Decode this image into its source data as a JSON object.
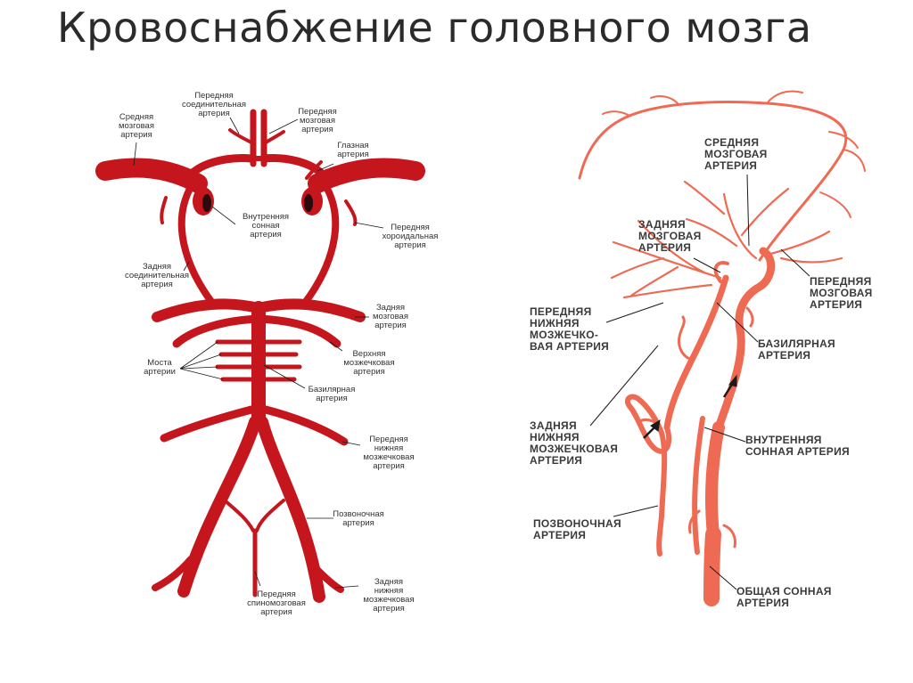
{
  "title": "Кровоснабжение головного мозга",
  "colors": {
    "left_artery": "#c4161c",
    "right_artery": "#ef6a52",
    "leader": "#1a1a1a"
  },
  "left_diagram": {
    "labels": [
      {
        "id": "anterior-communicating",
        "lines": [
          "Передняя",
          "соединительная",
          "артерия"
        ]
      },
      {
        "id": "middle-cerebral",
        "lines": [
          "Средняя",
          "мозговая",
          "артерия"
        ]
      },
      {
        "id": "anterior-cerebral",
        "lines": [
          "Передняя",
          "мозговая",
          "артерия"
        ]
      },
      {
        "id": "ophthalmic",
        "lines": [
          "Глазная",
          "артерия"
        ]
      },
      {
        "id": "internal-carotid",
        "lines": [
          "Внутренняя",
          "сонная",
          "артерия"
        ]
      },
      {
        "id": "anterior-choroidal",
        "lines": [
          "Передняя",
          "хороидальная",
          "артерия"
        ]
      },
      {
        "id": "posterior-communicating",
        "lines": [
          "Задняя",
          "соединительная",
          "артерия"
        ]
      },
      {
        "id": "posterior-cerebral",
        "lines": [
          "Задняя",
          "мозговая",
          "артерия"
        ]
      },
      {
        "id": "pontine",
        "lines": [
          "Моста",
          "артерии"
        ]
      },
      {
        "id": "superior-cerebellar",
        "lines": [
          "Верхняя",
          "мозжечковая",
          "артерия"
        ]
      },
      {
        "id": "basilar",
        "lines": [
          "Базилярная",
          "артерия"
        ]
      },
      {
        "id": "anterior-inferior-cerebellar",
        "lines": [
          "Передняя",
          "нижняя",
          "мозжечковая",
          "артерия"
        ]
      },
      {
        "id": "vertebral",
        "lines": [
          "Позвоночная",
          "артерия"
        ]
      },
      {
        "id": "anterior-spinal",
        "lines": [
          "Передняя",
          "спиномозговая",
          "артерия"
        ]
      },
      {
        "id": "posterior-inferior-cerebellar",
        "lines": [
          "Задняя",
          "нижняя",
          "мозжечковая",
          "артерия"
        ]
      }
    ]
  },
  "right_diagram": {
    "labels": [
      {
        "id": "middle-cerebral",
        "lines": [
          "СРЕДНЯЯ",
          "МОЗГОВАЯ",
          "АРТЕРИЯ"
        ]
      },
      {
        "id": "posterior-cerebral",
        "lines": [
          "ЗАДНЯЯ",
          "МОЗГОВАЯ",
          "АРТЕРИЯ"
        ]
      },
      {
        "id": "anterior-cerebral",
        "lines": [
          "ПЕРЕДНЯЯ",
          "МОЗГОВАЯ",
          "АРТЕРИЯ"
        ]
      },
      {
        "id": "anterior-inferior-cerebellar",
        "lines": [
          "ПЕРЕДНЯЯ",
          "НИЖНЯЯ",
          "МОЗЖЕЧКО-",
          "ВАЯ АРТЕРИЯ"
        ]
      },
      {
        "id": "basilar",
        "lines": [
          "БАЗИЛЯРНАЯ",
          "АРТЕРИЯ"
        ]
      },
      {
        "id": "posterior-inferior-cerebellar",
        "lines": [
          "ЗАДНЯЯ",
          "НИЖНЯЯ",
          "МОЗЖЕЧКОВАЯ",
          "АРТЕРИЯ"
        ]
      },
      {
        "id": "internal-carotid",
        "lines": [
          "ВНУТРЕННЯЯ",
          "СОННАЯ АРТЕРИЯ"
        ]
      },
      {
        "id": "vertebral",
        "lines": [
          "ПОЗВОНОЧНАЯ",
          "АРТЕРИЯ"
        ]
      },
      {
        "id": "common-carotid",
        "lines": [
          "ОБЩАЯ СОННАЯ",
          "АРТЕРИЯ"
        ]
      }
    ]
  }
}
